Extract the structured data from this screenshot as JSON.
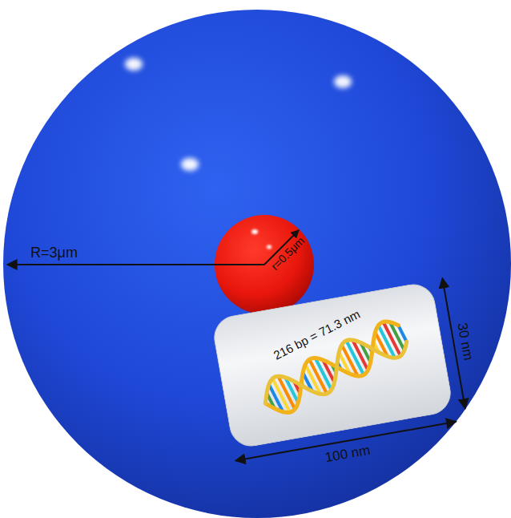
{
  "diagram": {
    "nodes": [
      {
        "text": [
          "R=3μm"
        ]
      },
      {
        "text": [
          "r=0.5μm"
        ],
        "in": 0
      },
      {
        "text": [
          "216 bp = 71.3 nm"
        ],
        "in": 0
      }
    ],
    "labels": [
      "30 nm",
      "100 nm"
    ]
  }
}
